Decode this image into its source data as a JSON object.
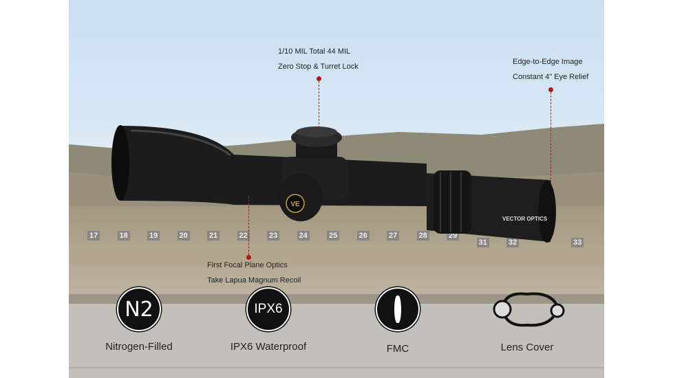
{
  "callouts": {
    "turret": [
      "1/10 MIL Total 44 MIL",
      "Zero Stop & Turret Lock"
    ],
    "eyepiece": [
      "Edge-to-Edge Image",
      "Constant 4\" Eye Relief"
    ],
    "optics": [
      "First Focal Plane Optics",
      "Take Lapua Magnum Recoil"
    ]
  },
  "scope": {
    "brand": "VECTOR OPTICS",
    "logo": "VE"
  },
  "targets": [
    "17",
    "18",
    "19",
    "20",
    "21",
    "22",
    "23",
    "24",
    "25",
    "26",
    "27",
    "28",
    "29",
    "31",
    "32",
    "33"
  ],
  "features": [
    {
      "icon": "nitrogen-icon",
      "glyph": "N2",
      "label": "Nitrogen-Filled"
    },
    {
      "icon": "waterproof-icon",
      "glyph": "IPX6",
      "label": "IPX6 Waterproof"
    },
    {
      "icon": "lens-icon",
      "glyph": "",
      "label": "FMC"
    },
    {
      "icon": "lens-cover-icon",
      "glyph": "",
      "label": "Lens Cover"
    }
  ],
  "colors": {
    "accent": "#b01818",
    "badge": "#111111"
  }
}
